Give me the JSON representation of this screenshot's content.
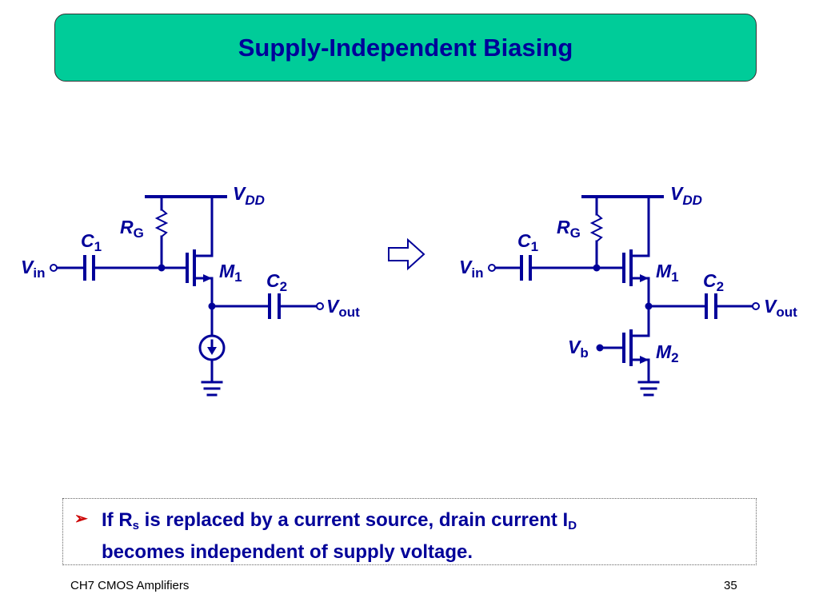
{
  "slide": {
    "title": "Supply-Independent Biasing",
    "footer_left": "CH7 CMOS Amplifiers",
    "page_number": "35"
  },
  "note": {
    "bullet": "➢",
    "line1_a": "If R",
    "line1_sub_s": "s",
    "line1_b": " is replaced by a current source, drain current I",
    "line1_sub_d": "D",
    "line2": "becomes independent of supply voltage."
  },
  "circuit_left": {
    "vdd": "V",
    "vdd_sub": "DD",
    "rg": "R",
    "rg_sub": "G",
    "c1": "C",
    "c1_sub": "1",
    "vin": "V",
    "vin_sub": "in",
    "m1": "M",
    "m1_sub": "1",
    "c2": "C",
    "c2_sub": "2",
    "vout": "V",
    "vout_sub": "out"
  },
  "circuit_right": {
    "vdd": "V",
    "vdd_sub": "DD",
    "rg": "R",
    "rg_sub": "G",
    "c1": "C",
    "c1_sub": "1",
    "vin": "V",
    "vin_sub": "in",
    "m1": "M",
    "m1_sub": "1",
    "c2": "C",
    "c2_sub": "2",
    "vout": "V",
    "vout_sub": "out",
    "vb": "V",
    "vb_sub": "b",
    "m2": "M",
    "m2_sub": "2"
  },
  "colors": {
    "accent": "#00cc99",
    "wire": "#000099",
    "bullet": "#cc0000"
  },
  "icons": {
    "transform_arrow": "right-arrow-outline-icon"
  }
}
